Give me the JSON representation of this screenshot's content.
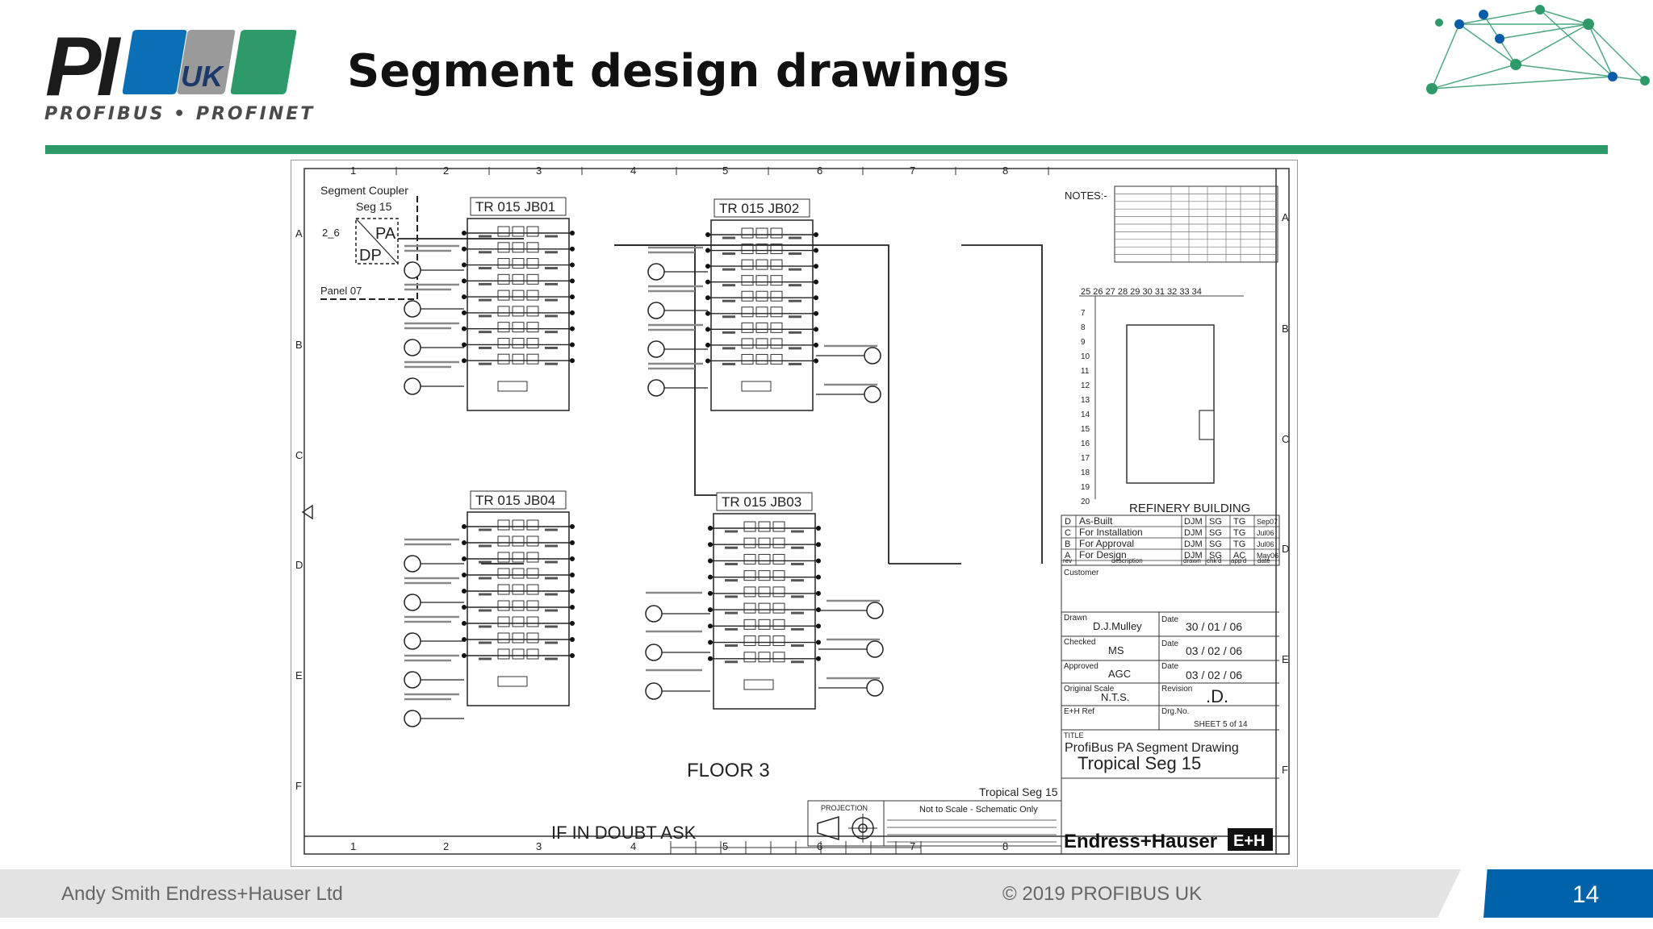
{
  "header": {
    "title": "Segment design drawings",
    "logo_text": "PI",
    "logo_uk": "UK",
    "logo_tagline": "PROFIBUS • PROFINET"
  },
  "colors": {
    "accent_green": "#2e9a6a",
    "logo_blue": "#0a6fb4",
    "logo_grey": "#9a9a9a",
    "page_badge": "#0062a8",
    "network_node_blue": "#0a5ca8",
    "network_node_green": "#2e9a6a"
  },
  "drawing": {
    "columns": [
      "1",
      "2",
      "3",
      "4",
      "5",
      "6",
      "7",
      "8"
    ],
    "rows": [
      "A",
      "B",
      "C",
      "D",
      "E",
      "F"
    ],
    "coupler": {
      "label_1": "Segment  Coupler",
      "label_2": "Seg  15",
      "id": "2_6",
      "pa": "PA",
      "dp": "DP",
      "panel": "Panel  07"
    },
    "junction_boxes": [
      "TR 015 JB01",
      "TR 015 JB02",
      "TR 015 JB04",
      "TR 015 JB03"
    ],
    "notes_label": "NOTES:-",
    "grid_top": [
      "25",
      "26",
      "27",
      "28",
      "29",
      "30",
      "31",
      "32",
      "33",
      "34"
    ],
    "grid_side": [
      "7",
      "8",
      "9",
      "10",
      "11",
      "12",
      "13",
      "14",
      "15",
      "16",
      "17",
      "18",
      "19",
      "20"
    ],
    "building": "REFINERY  BUILDING",
    "floor": "FLOOR  3",
    "doubt": "IF  IN  DOUBT  ASK",
    "seg_label": "Tropical  Seg  15",
    "projection": "PROJECTION",
    "scale_note": "Not  to  Scale  -  Schematic  Only",
    "revisions": [
      {
        "rev": "D",
        "desc": "As-Built",
        "drawn": "DJM",
        "chk": "SG",
        "app": "TG",
        "date": "Sep07"
      },
      {
        "rev": "C",
        "desc": "For  Installation",
        "drawn": "DJM",
        "chk": "SG",
        "app": "TG",
        "date": "Jul06"
      },
      {
        "rev": "B",
        "desc": "For  Approval",
        "drawn": "DJM",
        "chk": "SG",
        "app": "TG",
        "date": "Jul06"
      },
      {
        "rev": "A",
        "desc": "For  Design",
        "drawn": "DJM",
        "chk": "SG",
        "app": "AC",
        "date": "May06"
      }
    ],
    "rev_headers": [
      "rev",
      "description",
      "drawn",
      "chk'd",
      "app'd",
      "date"
    ],
    "title_block": {
      "customer": "Customer",
      "drawn_label": "Drawn",
      "drawn_by": "D.J.Mulley",
      "date_label": "Date",
      "date_drawn": "30  /  01  /  06",
      "checked_label": "Checked",
      "checked_by": "MS",
      "date_checked": "03  /  02  /  06",
      "approved_label": "Approved",
      "approved_by": "AGC",
      "date_approved": "03  /  02  /  06",
      "scale_label": "Original  Scale",
      "scale": "N.T.S.",
      "revision_label": "Revision",
      "revision": ".D.",
      "ref_label": "E+H  Ref",
      "drg_label": "Drg.No.",
      "sheet": "SHEET  5  of  14",
      "title_label": "TITLE",
      "title_1": "ProfiBus  PA  Segment  Drawing",
      "title_2": "Tropical  Seg  15",
      "company": "Endress+Hauser",
      "company_mark": "E+H"
    }
  },
  "footer": {
    "author": "Andy Smith Endress+Hauser Ltd",
    "copyright": "© 2019    PROFIBUS UK",
    "page": "14"
  }
}
